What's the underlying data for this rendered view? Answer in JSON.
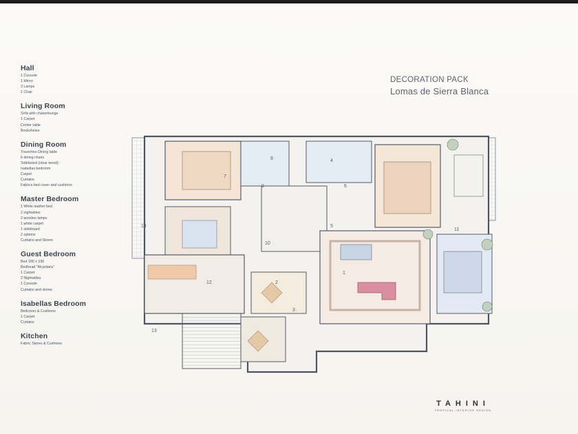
{
  "legend": {
    "sections": [
      {
        "title": "Hall",
        "items": [
          "1 Console",
          "1 Mirror",
          "3 Lamps",
          "1 Chair"
        ]
      },
      {
        "title": "Living Room",
        "items": [
          "Sofa with chaiselounge",
          "1 Carpet",
          "Center table",
          "Bookshelve"
        ]
      },
      {
        "title": "Dining Room",
        "items": [
          "Travertino Dining table",
          "6 dining chairs",
          "Sideboard (clear wood)",
          "Isabellas bedroom",
          "Carpet",
          "Curtains",
          "Fabrics bed cover and cushions"
        ]
      },
      {
        "title": "Master Bedroom",
        "items": [
          "1 White leather bed",
          "2 nightables",
          "2 wooden lamps",
          "1 white carpet",
          "1 sideboard",
          "2 options",
          "Curtains and Stores"
        ]
      },
      {
        "title": "Guest Bedroom",
        "items": [
          "Bed 180 x 190",
          "Bedhead \"Alcantara\"",
          "1 Carpet",
          "2 Nightables",
          "1 Console",
          "Curtains and stores"
        ]
      },
      {
        "title": "Isabellas Bedroom",
        "items": [
          "Bedcover & Cushions",
          "1 Carpet",
          "Curtains"
        ]
      },
      {
        "title": "Kitchen",
        "items": [
          "Fabric Stores & Cushions"
        ]
      }
    ]
  },
  "title_block": {
    "title": "DECORATION PACK",
    "subtitle": "Lomas de Sierra Blanca"
  },
  "brand": {
    "name": "TAHINI",
    "tagline": "TROPICAL INTERIOR DESIGN"
  },
  "plan": {
    "room_numbers": [
      "7",
      "8",
      "4",
      "6",
      "9",
      "5",
      "10",
      "11",
      "12",
      "1",
      "2",
      "3",
      "13",
      "14"
    ]
  }
}
